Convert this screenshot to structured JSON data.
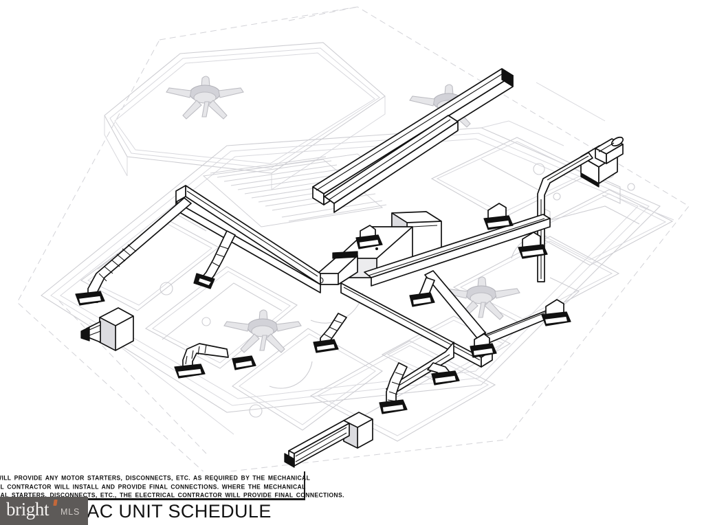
{
  "document": {
    "type": "mechanical-isometric-drawing",
    "sheet_title": "D AC UNIT SCHEDULE",
    "background_color": "#ffffff",
    "ink_color": "#111111",
    "plan_color": "#c9c9cd"
  },
  "notes": {
    "lines": [
      "WILL PROVIDE ANY MOTOR STARTERS, DISCONNECTS, ETC. AS REQUIRED BY THE MECHANICAL",
      "AL CONTRACTOR WILL INSTALL AND PROVIDE FINAL CONNECTIONS. WHERE THE MECHANICAL",
      "RAL STARTERS, DISCONNECTS, ETC., THE ELECTRICAL CONTRACTOR WILL PROVIDE FINAL CONNECTIONS."
    ]
  },
  "watermark": {
    "brand": "bright",
    "suffix": "MLS",
    "box_color": "#5d5a58",
    "accent_color": "#c4683a"
  },
  "drawing_elements": {
    "ceiling_fans": 4,
    "air_handler_units": 2,
    "supply_registers": 4,
    "diffuser_boots": 9,
    "flex_duct_runs": 7,
    "rigid_trunk_ducts": 6
  }
}
